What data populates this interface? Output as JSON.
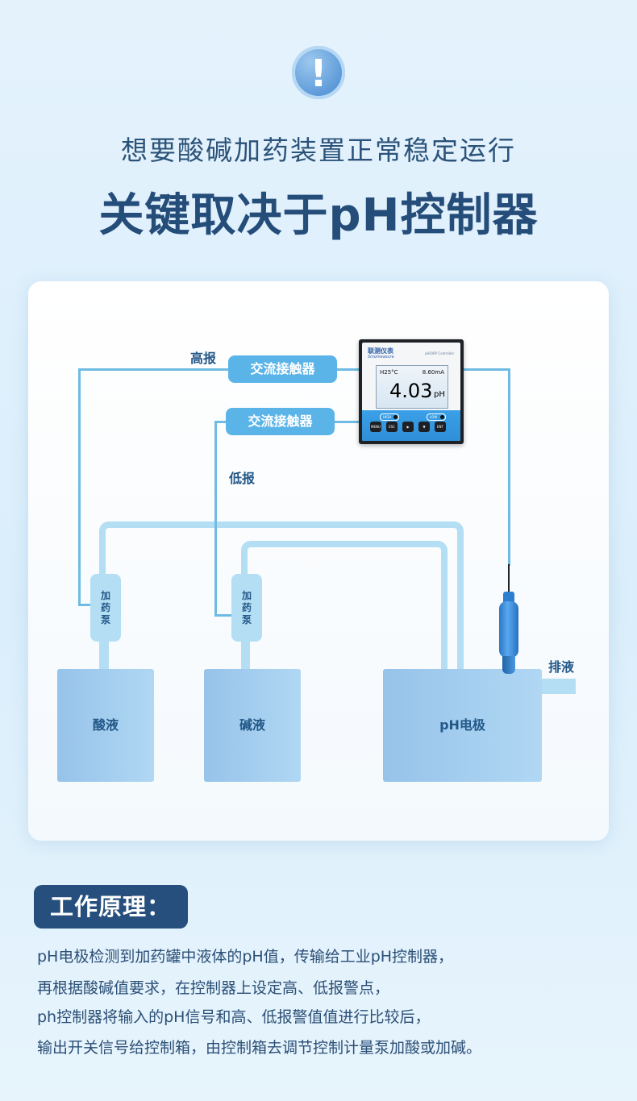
{
  "header": {
    "icon": "exclamation-icon",
    "title_line1": "想要酸碱加药装置正常稳定运行",
    "title_line2": "关键取决于pH控制器"
  },
  "diagram": {
    "label_high": "高报",
    "label_low": "低报",
    "contactor_top": "交流接触器",
    "contactor_bottom": "交流接触器",
    "pump_left": "加药泵",
    "pump_right": "加药泵",
    "tank_acid": "酸液",
    "tank_base": "碱液",
    "tank_ph": "pH电极",
    "drain": "排液",
    "controller": {
      "brand": "联测仪表",
      "brand_en": "Sinomeasure",
      "model": "pH/ORP Controller",
      "temperature": "H25°C",
      "current": "8.60mA",
      "value": "4.03",
      "unit": "pH",
      "high_indicator": "HIGH",
      "low_indicator": "LOW",
      "buttons": [
        "MENU",
        "ESC",
        "▶",
        "▼",
        "ENT"
      ]
    }
  },
  "principle": {
    "heading": "工作原理：",
    "lines": [
      "pH电极检测到加药罐中液体的pH值，传输给工业pH控制器，",
      "再根据酸碱值要求，在控制器上设定高、低报警点，",
      "ph控制器将输入的pH信号和高、低报警值值进行比较后，",
      "输出开关信号给控制箱，由控制箱去调节控制计量泵加酸或加碱。"
    ]
  },
  "colors": {
    "accent": "#5bb4e8",
    "dark_blue": "#264f7d",
    "pipe": "#b4def4",
    "signal_line": "#6fbbe3"
  }
}
